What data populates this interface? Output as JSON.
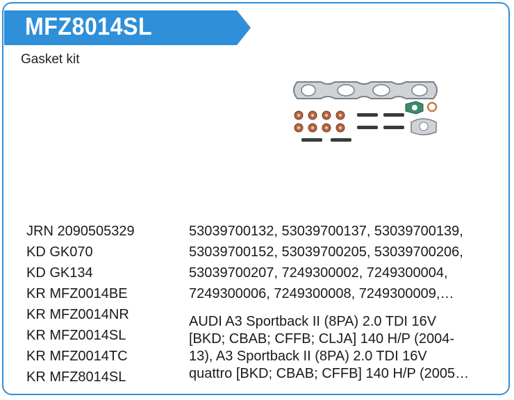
{
  "header": {
    "title": "MFZ8014SL",
    "subtitle": "Gasket kit",
    "accent_color": "#2f8fd8"
  },
  "product_image": {
    "icon": "gasket-kit-photo"
  },
  "cross_references": [
    "JRN 2090505329",
    "KD GK070",
    "KD GK134",
    "KR MFZ0014BE",
    "KR MFZ0014NR",
    "KR MFZ0014SL",
    "KR MFZ0014TC",
    "KR MFZ8014SL"
  ],
  "oem_numbers": {
    "lines": [
      "53039700132, 53039700137, 53039700139,",
      "53039700152, 53039700205, 53039700206,",
      "53039700207, 7249300002, 7249300004,",
      "7249300006, 7249300008, 7249300009,…"
    ]
  },
  "applications": {
    "lines": [
      "AUDI A3 Sportback II (8PA) 2.0 TDI 16V",
      "[BKD; CBAB; CFFB; CLJA] 140 H/P (2004-",
      "13), A3 Sportback II (8PA) 2.0 TDI 16V",
      "quattro [BKD; CBAB; CFFB] 140 H/P (2005…"
    ]
  }
}
